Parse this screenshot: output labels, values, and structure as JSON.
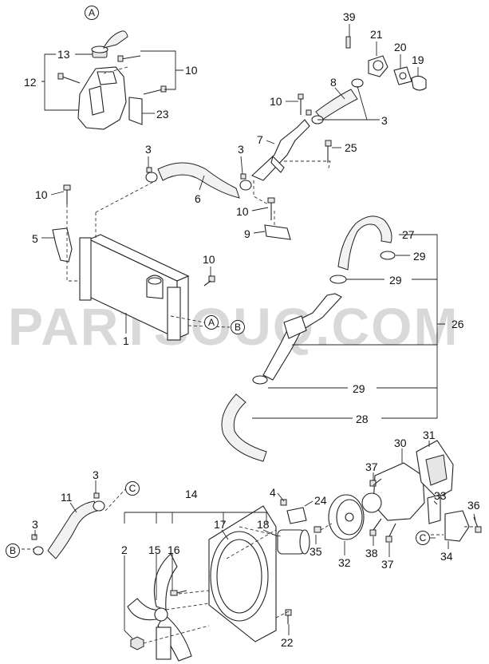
{
  "watermark": "PARTSOUQ.COM",
  "callouts": [
    {
      "id": "c39",
      "text": "39"
    },
    {
      "id": "c21",
      "text": "21"
    },
    {
      "id": "c20",
      "text": "20"
    },
    {
      "id": "c19",
      "text": "19"
    },
    {
      "id": "c13",
      "text": "13"
    },
    {
      "id": "c10a",
      "text": "10"
    },
    {
      "id": "c12",
      "text": "12"
    },
    {
      "id": "c23",
      "text": "23"
    },
    {
      "id": "c8",
      "text": "8"
    },
    {
      "id": "c10b",
      "text": "10"
    },
    {
      "id": "c3a",
      "text": "3"
    },
    {
      "id": "c7",
      "text": "7"
    },
    {
      "id": "c25",
      "text": "25"
    },
    {
      "id": "c3b",
      "text": "3"
    },
    {
      "id": "c3c",
      "text": "3"
    },
    {
      "id": "c6",
      "text": "6"
    },
    {
      "id": "c10c",
      "text": "10"
    },
    {
      "id": "c10d",
      "text": "10"
    },
    {
      "id": "c9",
      "text": "9"
    },
    {
      "id": "c5",
      "text": "5"
    },
    {
      "id": "c27",
      "text": "27"
    },
    {
      "id": "c29a",
      "text": "29"
    },
    {
      "id": "c10e",
      "text": "10"
    },
    {
      "id": "c29b",
      "text": "29"
    },
    {
      "id": "c1",
      "text": "1"
    },
    {
      "id": "c26",
      "text": "26"
    },
    {
      "id": "c29c",
      "text": "29"
    },
    {
      "id": "c28",
      "text": "28"
    },
    {
      "id": "c30",
      "text": "30"
    },
    {
      "id": "c31",
      "text": "31"
    },
    {
      "id": "c37a",
      "text": "37"
    },
    {
      "id": "c3d",
      "text": "3"
    },
    {
      "id": "c11",
      "text": "11"
    },
    {
      "id": "c14",
      "text": "14"
    },
    {
      "id": "c4",
      "text": "4"
    },
    {
      "id": "c24",
      "text": "24"
    },
    {
      "id": "c33",
      "text": "33"
    },
    {
      "id": "c36",
      "text": "36"
    },
    {
      "id": "c3e",
      "text": "3"
    },
    {
      "id": "c2",
      "text": "2"
    },
    {
      "id": "c15",
      "text": "15"
    },
    {
      "id": "c16",
      "text": "16"
    },
    {
      "id": "c17",
      "text": "17"
    },
    {
      "id": "c18",
      "text": "18"
    },
    {
      "id": "c35",
      "text": "35"
    },
    {
      "id": "c32",
      "text": "32"
    },
    {
      "id": "c38",
      "text": "38"
    },
    {
      "id": "c37b",
      "text": "37"
    },
    {
      "id": "c34",
      "text": "34"
    },
    {
      "id": "c22",
      "text": "22"
    }
  ],
  "connectors": [
    {
      "id": "A-top",
      "text": "A"
    },
    {
      "id": "A-mid",
      "text": "A"
    },
    {
      "id": "B-mid",
      "text": "B"
    },
    {
      "id": "C-left",
      "text": "C"
    },
    {
      "id": "B-bottom",
      "text": "B"
    },
    {
      "id": "C-right",
      "text": "C"
    }
  ]
}
